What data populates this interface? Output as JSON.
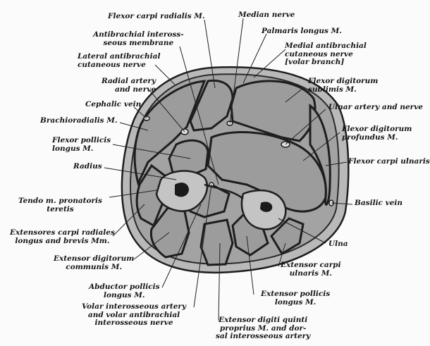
{
  "labels": {
    "flexor_carpi_radialis": "Flexor carpi radialis M.",
    "median_nerve": "Median nerve",
    "antibrachial_interosseous": "Antibrachial inteross-\nseous membrane",
    "palmaris_longus": "Palmaris longus M.",
    "medial_antibrachial": "Medial antibrachial\ncutaneous nerve\n[volar branch]",
    "lateral_antibrachial": "Lateral antibrachial\ncutaneous nerve",
    "radial_artery": "Radial artery\nand nerve",
    "flexor_digitorum_sublimis": "Flexor digitorum\nsublimis M.",
    "cephalic_vein": "Cephalic vein",
    "ulnar_artery": "Ulnar artery and nerve",
    "brachioradialis": "Brachioradialis M.",
    "flexor_digitorum_profundus": "Flexor digitorum\nprofundus M.",
    "flexor_pollicis_longus": "Flexor pollicis\nlongus M.",
    "radius": "Radius",
    "flexor_carpi_ulnaris": "Flexor carpi ulnaris",
    "tendo_pronatoris": "Tendo m. pronatoris\nteretis",
    "basilic_vein": "Basilic vein",
    "extensores_carpi": "Extensores carpi radiales\nlongus and brevis Mm.",
    "ulna": "Ulna",
    "extensor_digitorum_communis": "Extensor digitorum\ncommunis M.",
    "extensor_carpi_ulnaris": "Extensor carpi\nulnaris M.",
    "abductor_pollicis": "Abductor pollicis\nlongus M.",
    "extensor_pollicis": "Extensor pollicis\nlongus M.",
    "volar_interosseous": "Volar interosseous artery\nand volar antibrachial\ninterosseous nerve",
    "extensor_digiti": "Extensor digiti quinti\nproprius M. and dor-\nsal interosseous artery"
  },
  "colors": {
    "background": "#fbfbfb",
    "skin": "#b7b7b7",
    "muscle": "#9a9a9a",
    "septa": "#1e1e1e",
    "bone": "#bfbfbf",
    "leader": "#222222"
  }
}
